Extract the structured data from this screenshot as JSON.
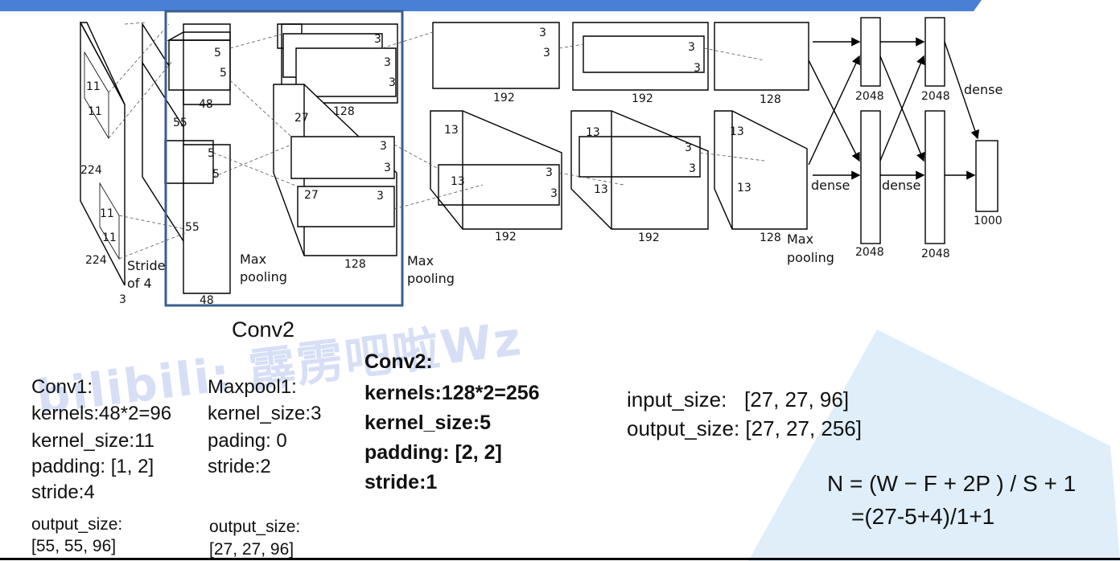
{
  "colors": {
    "top_bar": "#4a7fd6",
    "highlight_box": "#3b5f8c",
    "watermark": "#466ed2",
    "bg_triangle": "#dcecf8"
  },
  "watermark": "bilibili: 霹雳吧啦Wz",
  "diagram": {
    "box_caption": "Conv2",
    "input": {
      "dim1": "224",
      "dim2": "224",
      "channels": "3",
      "k1": "11",
      "k2": "11",
      "k3": "11",
      "k4": "11",
      "stride_line1": "Stride",
      "stride_line2": "of 4"
    },
    "conv1": {
      "k_top1": "5",
      "k_top2": "5",
      "k_bot1": "5",
      "k_bot2": "5",
      "depth_top": "48",
      "depth_bot": "48",
      "size1": "55",
      "size2": "55",
      "pool_line1": "Max",
      "pool_line2": "pooling"
    },
    "conv2": {
      "size": "27",
      "size_b": "27",
      "k": [
        "3",
        "3",
        "3",
        "3",
        "3",
        "3"
      ],
      "depth_top": "128",
      "depth_bot": "128",
      "pool_line1": "Max",
      "pool_line2": "pooling"
    },
    "conv3": {
      "k": [
        "3",
        "3",
        "3",
        "3"
      ],
      "size_t": "13",
      "size_b": "13",
      "depth_top": "192",
      "depth_bot": "192"
    },
    "conv4": {
      "k": [
        "3",
        "3",
        "3",
        "3"
      ],
      "size": "13",
      "size_b": "13",
      "depth_top": "192",
      "depth_bot": "192"
    },
    "conv5": {
      "size_a": "13",
      "size_b": "13",
      "depth_top": "128",
      "depth_bot": "128",
      "pool_line1": "Max",
      "pool_line2": "pooling"
    },
    "fc": {
      "dense1": "dense",
      "dense2": "dense",
      "dense3": "dense",
      "fc6_top": "2048",
      "fc6_bot": "2048",
      "fc7_top": "2048",
      "fc7_bot": "2048",
      "out": "1000"
    }
  },
  "conv1_params": {
    "title": "Conv1:",
    "kernels": "kernels:48*2=96",
    "kernel_size": "kernel_size:11",
    "padding": "padding: [1, 2]",
    "stride": "stride:4",
    "output_label": "output_size:",
    "output_value": "[55, 55, 96]"
  },
  "maxpool1_params": {
    "title": "Maxpool1:",
    "kernel_size": "kernel_size:3",
    "padding": "pading: 0",
    "stride": "stride:2",
    "output_label": "output_size:",
    "output_value": "[27, 27, 96]"
  },
  "conv2_params": {
    "title": "Conv2:",
    "kernels": "kernels:128*2=256",
    "kernel_size": "kernel_size:5",
    "padding": "padding: [2, 2]",
    "stride": "stride:1"
  },
  "sizes": {
    "input": "input_size:   [27, 27, 96]",
    "output": "output_size: [27, 27, 256]"
  },
  "formula": {
    "line1": "N = (W − F + 2P ) / S + 1",
    "line2": "=(27-5+4)/1+1"
  }
}
